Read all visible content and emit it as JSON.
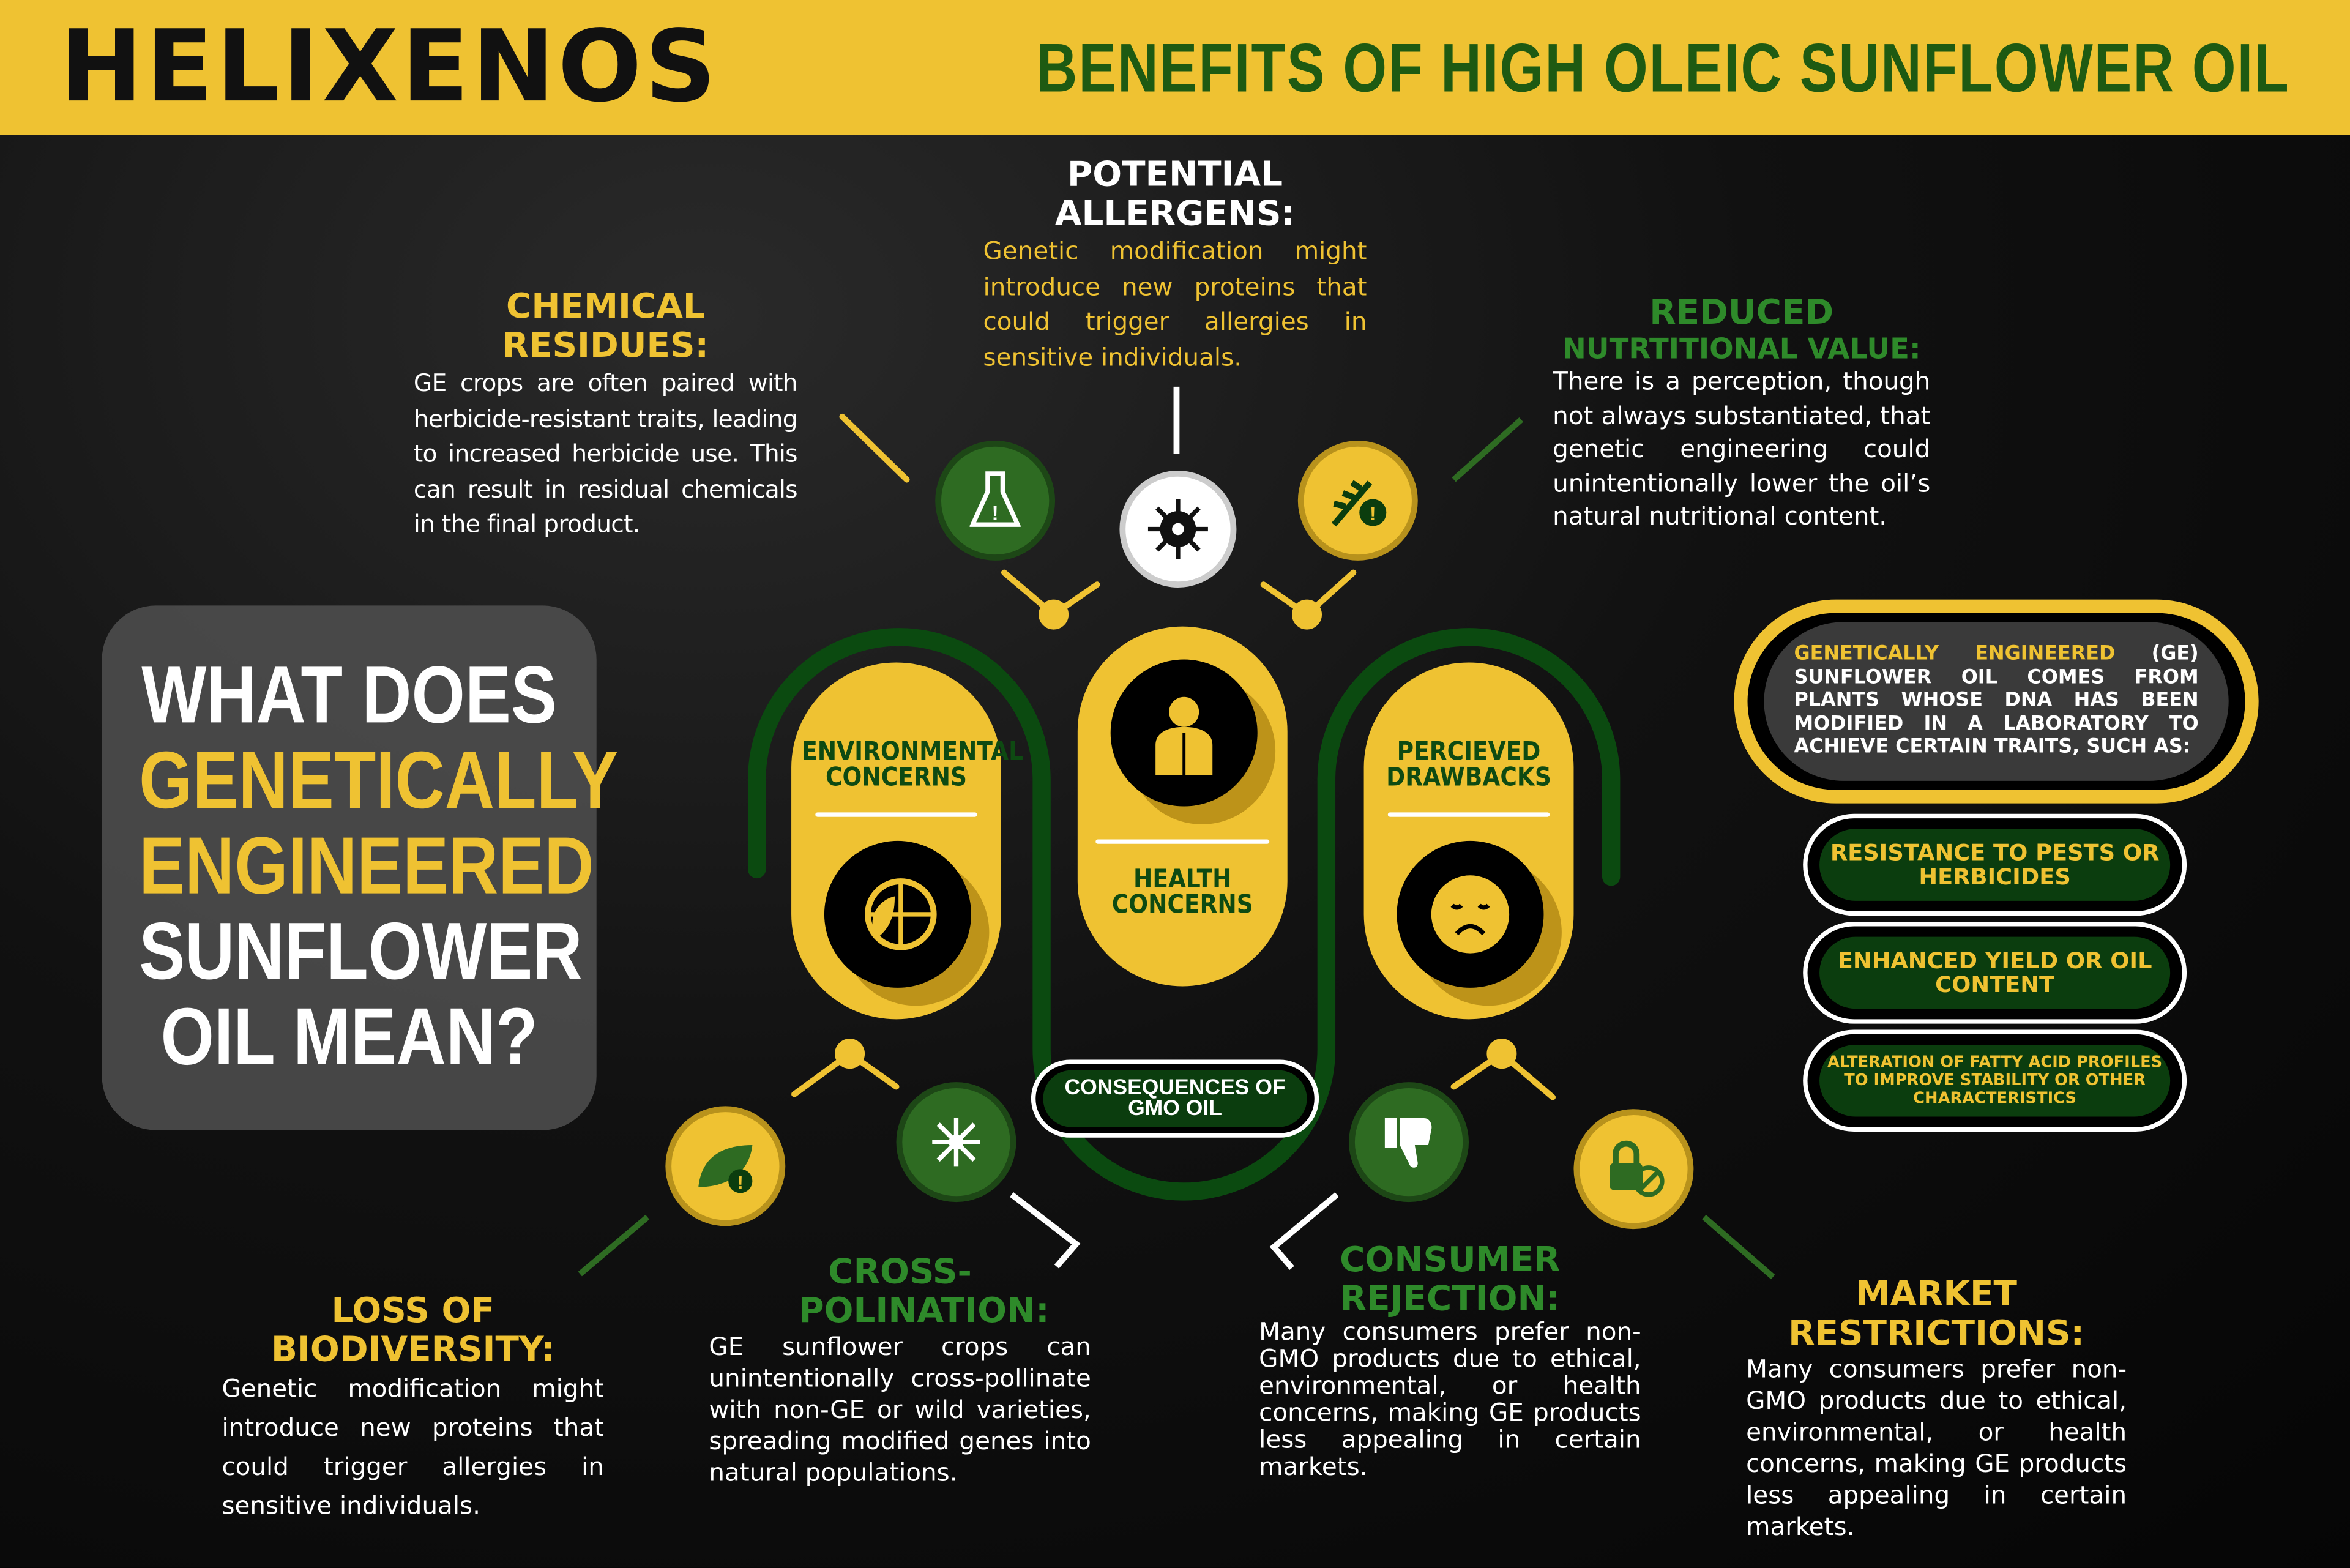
{
  "header": {
    "logo": "HELIXENOS",
    "title": "BENEFITS OF HIGH OLEIC SUNFLOWER OIL"
  },
  "question": {
    "line1": "WHAT DOES",
    "line2": "GENETICALLY",
    "line3": "ENGINEERED",
    "line4": "SUNFLOWER",
    "line5": "OIL MEAN?"
  },
  "definition": {
    "highlight": "GENETICALLY ENGINEERED",
    "rest": " (GE) SUNFLOWER OIL COMES FROM PLANTS WHOSE DNA HAS BEEN MODIFIED IN A LABORATORY TO ACHIEVE CERTAIN TRAITS, SUCH AS:"
  },
  "traits": [
    "RESISTANCE TO PESTS OR HERBICIDES",
    "ENHANCED YIELD OR OIL CONTENT",
    "ALTERATION OF FATTY ACID PROFILES TO IMPROVE STABILITY OR OTHER CHARACTERISTICS"
  ],
  "pillars": {
    "environmental": "ENVIRONMENTAL CONCERNS",
    "health": "HEALTH CONCERNS",
    "drawbacks": "PERCIEVED DRAWBACKS",
    "center_badge": "CONSEQUENCES OF GMO OIL"
  },
  "sections": {
    "chemical": {
      "title": "CHEMICAL RESIDUES:",
      "body": "GE crops are often paired with herbicide-resistant traits, leading to increased herbicide use. This can result in residual chemicals in the final product."
    },
    "allergens": {
      "title": "POTENTIAL ALLERGENS:",
      "body": "Genetic modification might introduce new proteins that could trigger allergies in sensitive individuals."
    },
    "nutrition": {
      "title1": "REDUCED",
      "title2": "NUTRTITIONAL VALUE:",
      "body": "There is a perception, though not always substantiated, that genetic engineering could unintentionally lower the oil’s natural nutritional content."
    },
    "biodiversity": {
      "title": "LOSS OF BIODIVERSITY:",
      "body": "Genetic modification might introduce new proteins that could trigger allergies in sensitive individuals."
    },
    "crosspollination": {
      "title": "CROSS-POLINATION:",
      "body": "GE sunflower crops can unintentionally cross-pollinate with non-GE or wild varieties, spreading modified genes into natural populations."
    },
    "consumer": {
      "title": "CONSUMER REJECTION:",
      "body": "Many consumers prefer non-GMO products due to ethical, environmental, or health concerns, making GE products less appealing in certain markets."
    },
    "market": {
      "title": "MARKET RESTRICTIONS:",
      "body": "Many consumers prefer non-GMO products due to ethical, environmental, or health concerns, making GE products less appealing in certain markets."
    }
  },
  "colors": {
    "yellow": "#EFC232",
    "dark_green": "#0B3D0E",
    "green": "#2E6B22",
    "header_green": "#1E5A12"
  }
}
